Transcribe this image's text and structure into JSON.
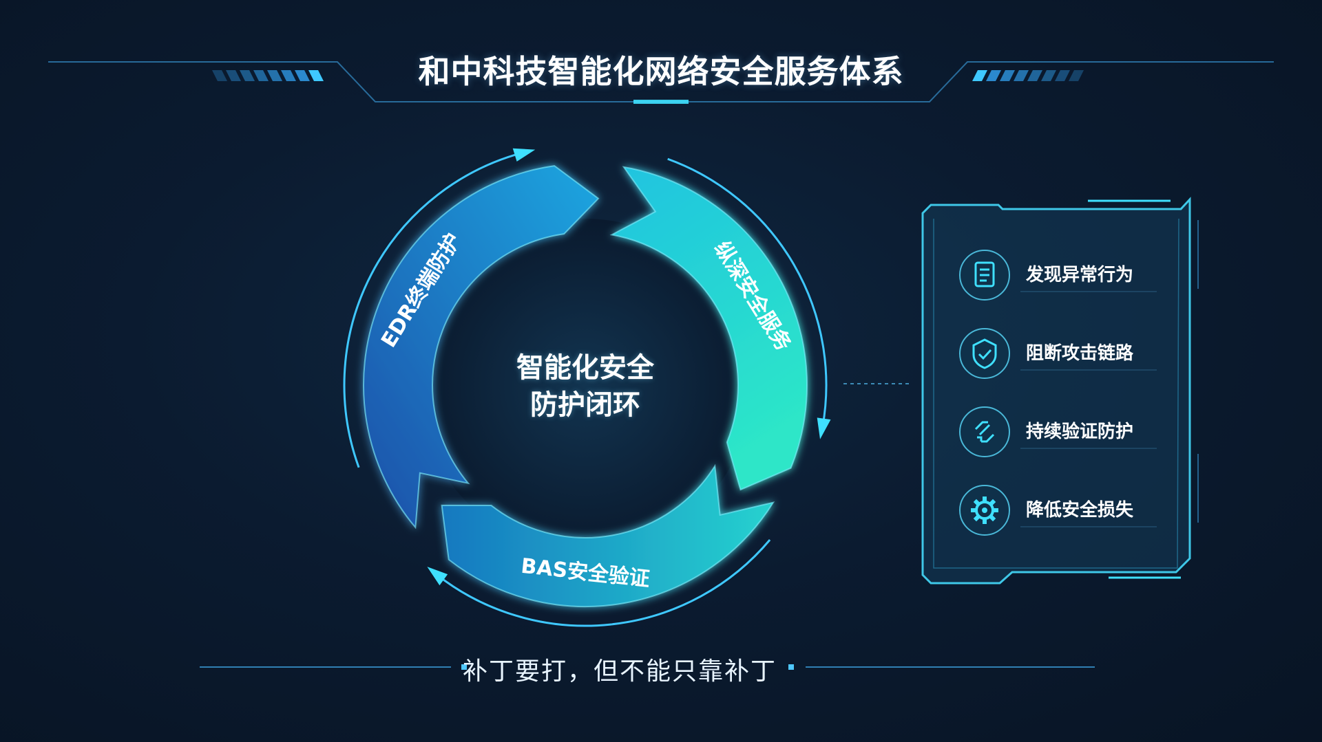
{
  "title": "和中科技智能化网络安全服务体系",
  "center": {
    "line1": "智能化安全",
    "line2": "防护闭环"
  },
  "cycle_segments": [
    {
      "label": "EDR终端防护",
      "color_start": "#1c5fb8",
      "color_end": "#1aa6e0"
    },
    {
      "label": "纵深安全服务",
      "color_start": "#1fc3e0",
      "color_end": "#2de6c8"
    },
    {
      "label": "BAS安全验证",
      "color_start": "#1b8fd0",
      "color_end": "#26d2cf"
    }
  ],
  "panel": {
    "items": [
      {
        "label": "发现异常行为",
        "icon": "document-icon"
      },
      {
        "label": "阻断攻击链路",
        "icon": "shield-check-icon"
      },
      {
        "label": "持续验证防护",
        "icon": "refresh-link-icon"
      },
      {
        "label": "降低安全损失",
        "icon": "gear-icon"
      }
    ]
  },
  "tagline": "补丁要打，但不能只靠补丁",
  "colors": {
    "background": "#0b1b30",
    "accent_cyan": "#3fe0ff",
    "accent_teal": "#2de6c8",
    "accent_blue": "#1c5fb8"
  }
}
